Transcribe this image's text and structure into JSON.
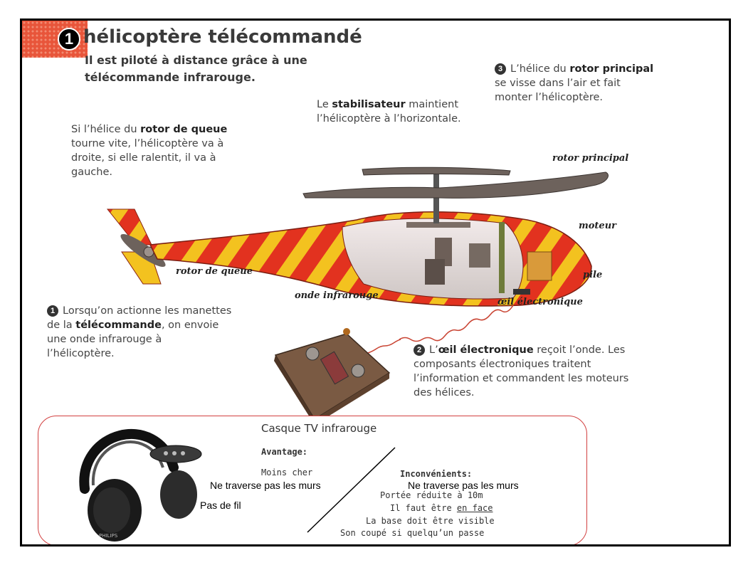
{
  "header": {
    "number": "1",
    "title": "hélicoptère télécommandé",
    "subtitle": "Il est piloté à distance grâce à une télécommande infrarouge."
  },
  "captions": {
    "rotor_principal": {
      "badge": "3",
      "pre": "L’hélice du ",
      "bold": "rotor principal",
      "post": " se visse dans l’air et fait monter l’hélicoptère."
    },
    "stabilisateur": {
      "pre": "Le ",
      "bold": "stabilisateur",
      "post": " maintient l’hélicoptère à l’horizontale."
    },
    "rotor_queue": {
      "pre": "Si l’hélice du ",
      "bold": "rotor de queue",
      "post": " tourne vite, l’hélicoptère va à droite, si elle ralentit, il va à gauche."
    },
    "telecommande": {
      "badge": "1",
      "pre": "Lorsqu’on actionne les manettes de la ",
      "bold": "télécommande",
      "post": ", on envoie une onde infrarouge à l’hélicoptère."
    },
    "oeil": {
      "badge": "2",
      "pre": "L’",
      "bold": "œil électronique",
      "post": " reçoit l’onde. Les composants électroniques traitent l’information et commandent les moteurs des hélices."
    }
  },
  "labels": {
    "rotor_principal": "rotor principal",
    "moteur": "moteur",
    "pile": "pile",
    "oeil_electronique": "œil électronique",
    "onde_infrarouge": "onde infrarouge",
    "rotor_de_queue": "rotor de queue"
  },
  "comparison": {
    "title": "Casque TV infrarouge",
    "headphone_brand": "PHILIPS",
    "advantages_label": "Avantage:",
    "advantages": [
      "Moins cher",
      "Ne traverse pas les murs",
      "Pas de fil"
    ],
    "disadvantages_label": "Inconvénients:",
    "disadvantages": [
      "Ne traverse pas les murs",
      "Portée réduite à 10m",
      "La base doit être visible",
      "Son coupé si quelqu’un passe"
    ],
    "face_pre": "Il faut être ",
    "face_underlined": "en face"
  },
  "colors": {
    "accent_red": "#e2321f",
    "stripe_yellow": "#f3c21f",
    "box_border": "#d24040"
  }
}
